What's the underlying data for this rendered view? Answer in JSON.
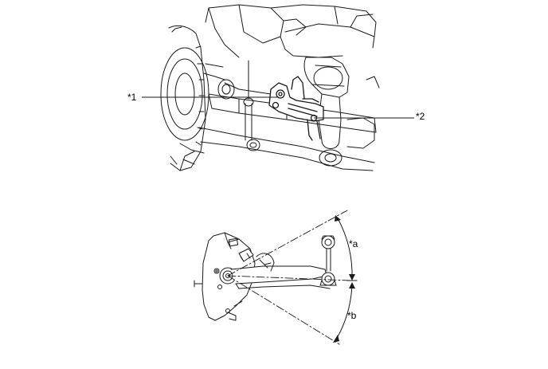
{
  "callouts": {
    "c1": "*1",
    "c2": "*2",
    "ca": "*a",
    "cb": "*b"
  },
  "colors": {
    "line": "#1a1a1a",
    "fill": "#ffffff",
    "shade": "#e6e6e6"
  }
}
